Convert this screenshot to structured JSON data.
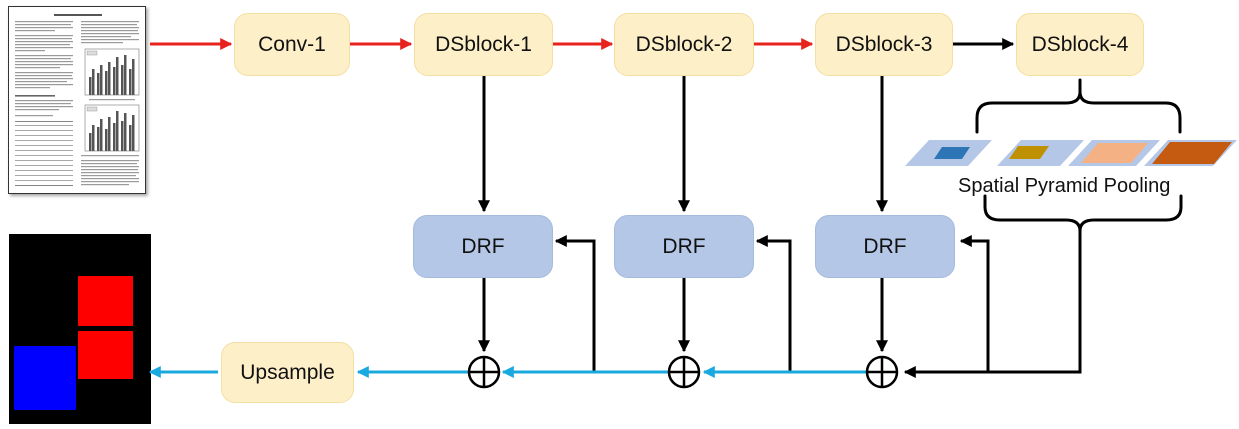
{
  "nodes": {
    "conv1": "Conv-1",
    "dsblock1": "DSblock-1",
    "dsblock2": "DSblock-2",
    "dsblock3": "DSblock-3",
    "dsblock4": "DSblock-4",
    "drf1": "DRF",
    "drf2": "DRF",
    "drf3": "DRF",
    "upsample": "Upsample"
  },
  "spp": {
    "label": "Spatial Pyramid Pooling",
    "level_colors": [
      "#2e75b6",
      "#bf9000",
      "#f4b183",
      "#c55a11"
    ],
    "tile_color": "#b4c7e7"
  },
  "colors": {
    "red_arrow": "#e8231e",
    "black_arrow": "#000000",
    "cyan_arrow": "#1aa9de",
    "block_fill": "#fdefc8",
    "drf_fill": "#b4c7e7"
  },
  "output_mask": {
    "background": "#000000",
    "regions": [
      "#ff0000",
      "#ff0000",
      "#0000ff"
    ]
  }
}
